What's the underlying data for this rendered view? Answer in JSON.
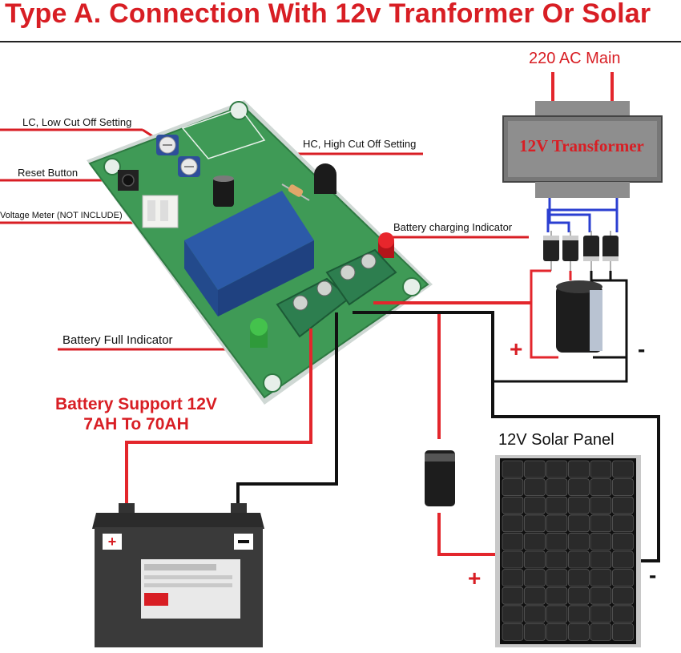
{
  "title": "Type A.  Connection With 12v Tranformer Or Solar",
  "labels": {
    "lc": "LC, Low Cut Off Setting",
    "hc": "HC, High Cut Off Setting",
    "reset": "Reset Button",
    "voltage_meter": "Voltage Meter (NOT INCLUDE)",
    "charging_indicator": "Battery charging Indicator",
    "full_indicator": "Battery Full Indicator"
  },
  "battery_support": {
    "line1": "Battery Support 12V",
    "line2": "7AH To 70AH"
  },
  "transformer": {
    "main_label": "220 AC Main",
    "body_label": "12V Transformer"
  },
  "solar": {
    "label": "12V Solar Panel"
  },
  "signs": {
    "cap_plus": "+",
    "cap_minus": "-",
    "solar_plus": "+",
    "solar_minus": "-"
  },
  "colors": {
    "title_red": "#d81e24",
    "wire_red": "#e3262c",
    "wire_black": "#111111",
    "wire_blue": "#2b3fd1",
    "pcb_green": "#3f9a56",
    "relay_blue": "#2c5aa8",
    "terminal_green": "#2d7e4f"
  },
  "icons": [
    "transformer-icon",
    "diode-icon",
    "capacitor-icon",
    "battery-icon",
    "solar-panel-icon",
    "relay-icon",
    "led-icon"
  ]
}
